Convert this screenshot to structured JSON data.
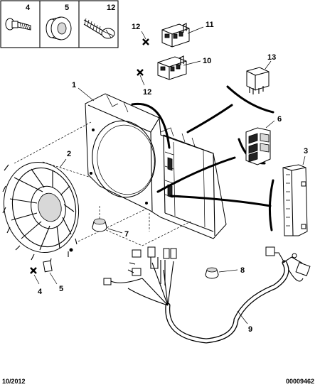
{
  "legend_boxes": [
    {
      "label": "4",
      "part": "bolt"
    },
    {
      "label": "5",
      "part": "rubber grommet"
    },
    {
      "label": "12",
      "part": "screw"
    }
  ],
  "callouts": {
    "frame": "1",
    "fan": "2",
    "cover_right": "3",
    "fastener_lower": "4",
    "clip_lower": "5",
    "grille": "6",
    "grommet_lower": "7",
    "grommet_right": "8",
    "harness": "9",
    "relay_block_lower": "10",
    "relay_block_upper": "11",
    "screw_upper": "12",
    "screw_lower": "12",
    "relay": "13"
  },
  "footer": {
    "date": "10/2012",
    "reference": "00009462"
  }
}
